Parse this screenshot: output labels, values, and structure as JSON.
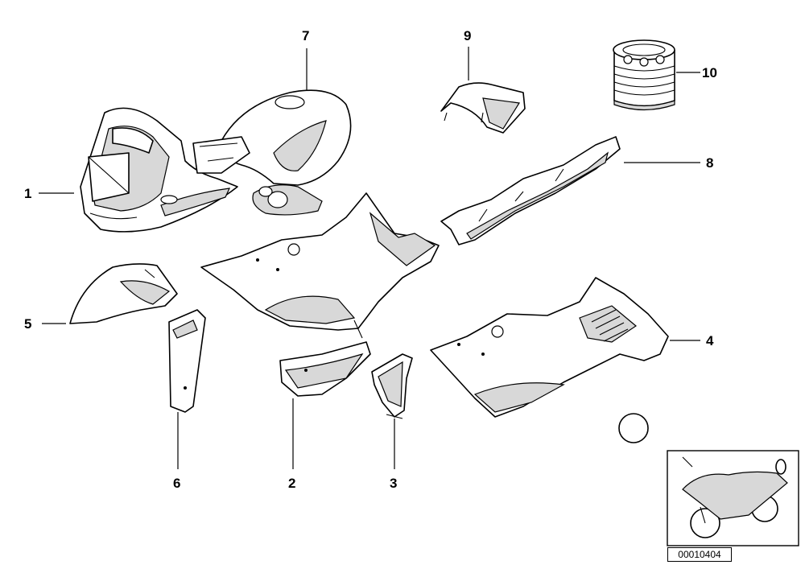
{
  "callouts": {
    "c1": "1",
    "c2": "2",
    "c3": "3",
    "c4": "4",
    "c5": "5",
    "c6": "6",
    "c7": "7",
    "c8": "8",
    "c9": "9",
    "c10": "10"
  },
  "reference_number": "00010404",
  "colors": {
    "line": "#000000",
    "shading": "#d8d8d8",
    "background": "#ffffff"
  }
}
